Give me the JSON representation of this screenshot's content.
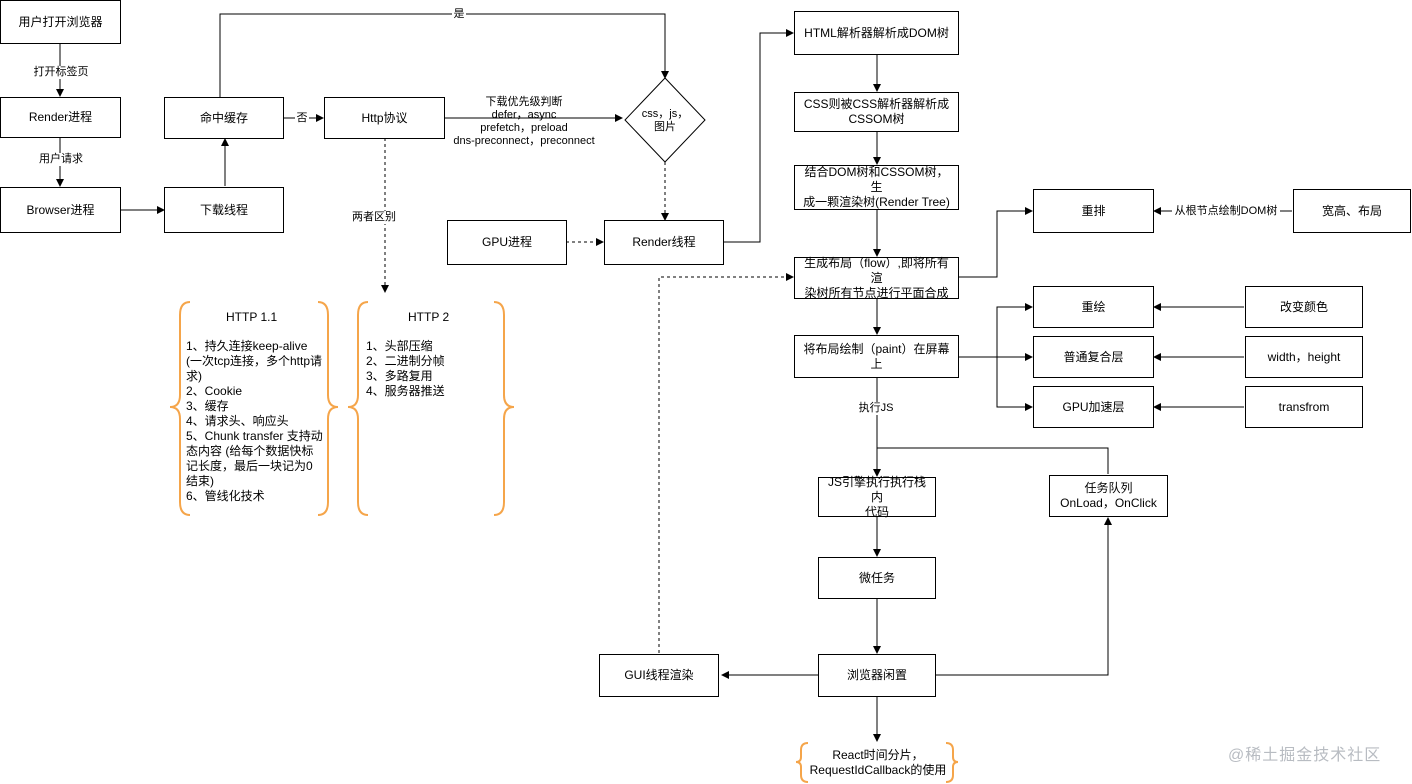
{
  "nodes": {
    "user_open_browser": "用户打开浏览器",
    "render_process": "Render进程",
    "browser_process": "Browser进程",
    "cache_hit": "命中缓存",
    "download_thread": "下载线程",
    "http_protocol": "Http协议",
    "css_js_img": "css，js，\n图片",
    "gpu_process": "GPU进程",
    "render_thread": "Render线程",
    "html_parser": "HTML解析器解析成DOM树",
    "css_parser": "CSS则被CSS解析器解析成\nCSSOM树",
    "render_tree": "结合DOM树和CSSOM树，生\n成一颗渲染树(Render Tree)",
    "layout_flow": "生成布局（flow）,即将所有渲\n染树所有节点进行平面合成",
    "paint": "将布局绘制（paint）在屏幕上",
    "reflow": "重排",
    "width_layout": "宽高、布局",
    "repaint": "重绘",
    "change_color": "改变颜色",
    "composite_layer": "普通复合层",
    "width_height": "width，height",
    "gpu_layer": "GPU加速层",
    "transform": "transfrom",
    "js_stack": "JS引擎执行执行栈内\n代码",
    "task_queue": "任务队列\nOnLoad，OnClick",
    "microtask": "微任务",
    "browser_idle": "浏览器闲置",
    "gui_render": "GUI线程渲染",
    "react_slice": "React时间分片，\nRequestIdCallback的使用"
  },
  "edge_labels": {
    "open_tab": "打开标签页",
    "user_request": "用户请求",
    "yes": "是",
    "no": "否",
    "download_priority": "下载优先级判断\ndefer，async\nprefetch，preload\ndns-preconnect，preconnect",
    "difference": "两者区别",
    "from_root": "从根节点绘制DOM树",
    "run_js": "执行JS"
  },
  "notes": {
    "http11_title": "HTTP 1.1",
    "http11_body": "1、持久连接keep-alive\n(一次tcp连接，多个http请\n求)\n2、Cookie\n3、缓存\n4、请求头、响应头\n5、Chunk transfer 支持动\n态内容 (给每个数据快标\n记长度，最后一块记为0\n结束)\n6、管线化技术",
    "http2_title": "HTTP 2",
    "http2_body": "1、头部压缩\n2、二进制分帧\n3、多路复用\n4、服务器推送"
  },
  "watermark": "@稀土掘金技术社区",
  "colors": {
    "brace": "#f5a54a",
    "stroke": "#000000",
    "watermark": "#b8bcc2"
  }
}
